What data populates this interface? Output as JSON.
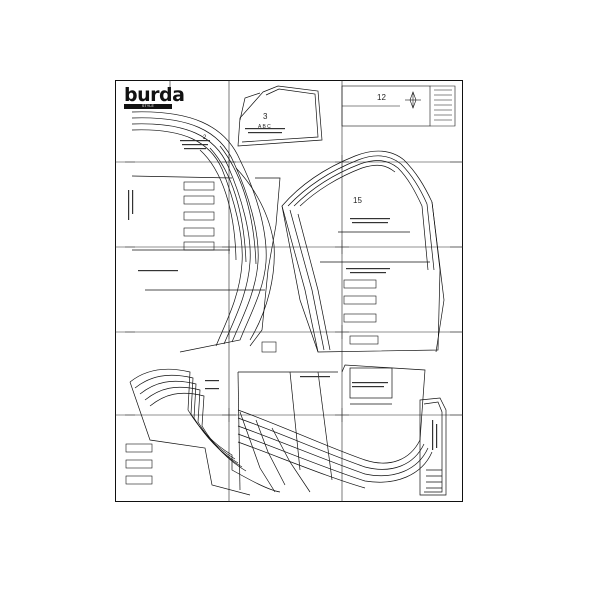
{
  "brand": {
    "logo_text": "burda",
    "logo_subtext": "STYLE"
  },
  "pieces": [
    {
      "number": "3",
      "label": "A B C"
    },
    {
      "number": "12",
      "label": ""
    },
    {
      "number": "15",
      "label": ""
    },
    {
      "number": "2",
      "label": ""
    }
  ],
  "pattern_labels": {
    "piece_mark_3": "3",
    "piece_mark_12": "12",
    "piece_mark_15": "15",
    "piece_mark_2": "2",
    "piece_mark_abc": "A B C"
  }
}
